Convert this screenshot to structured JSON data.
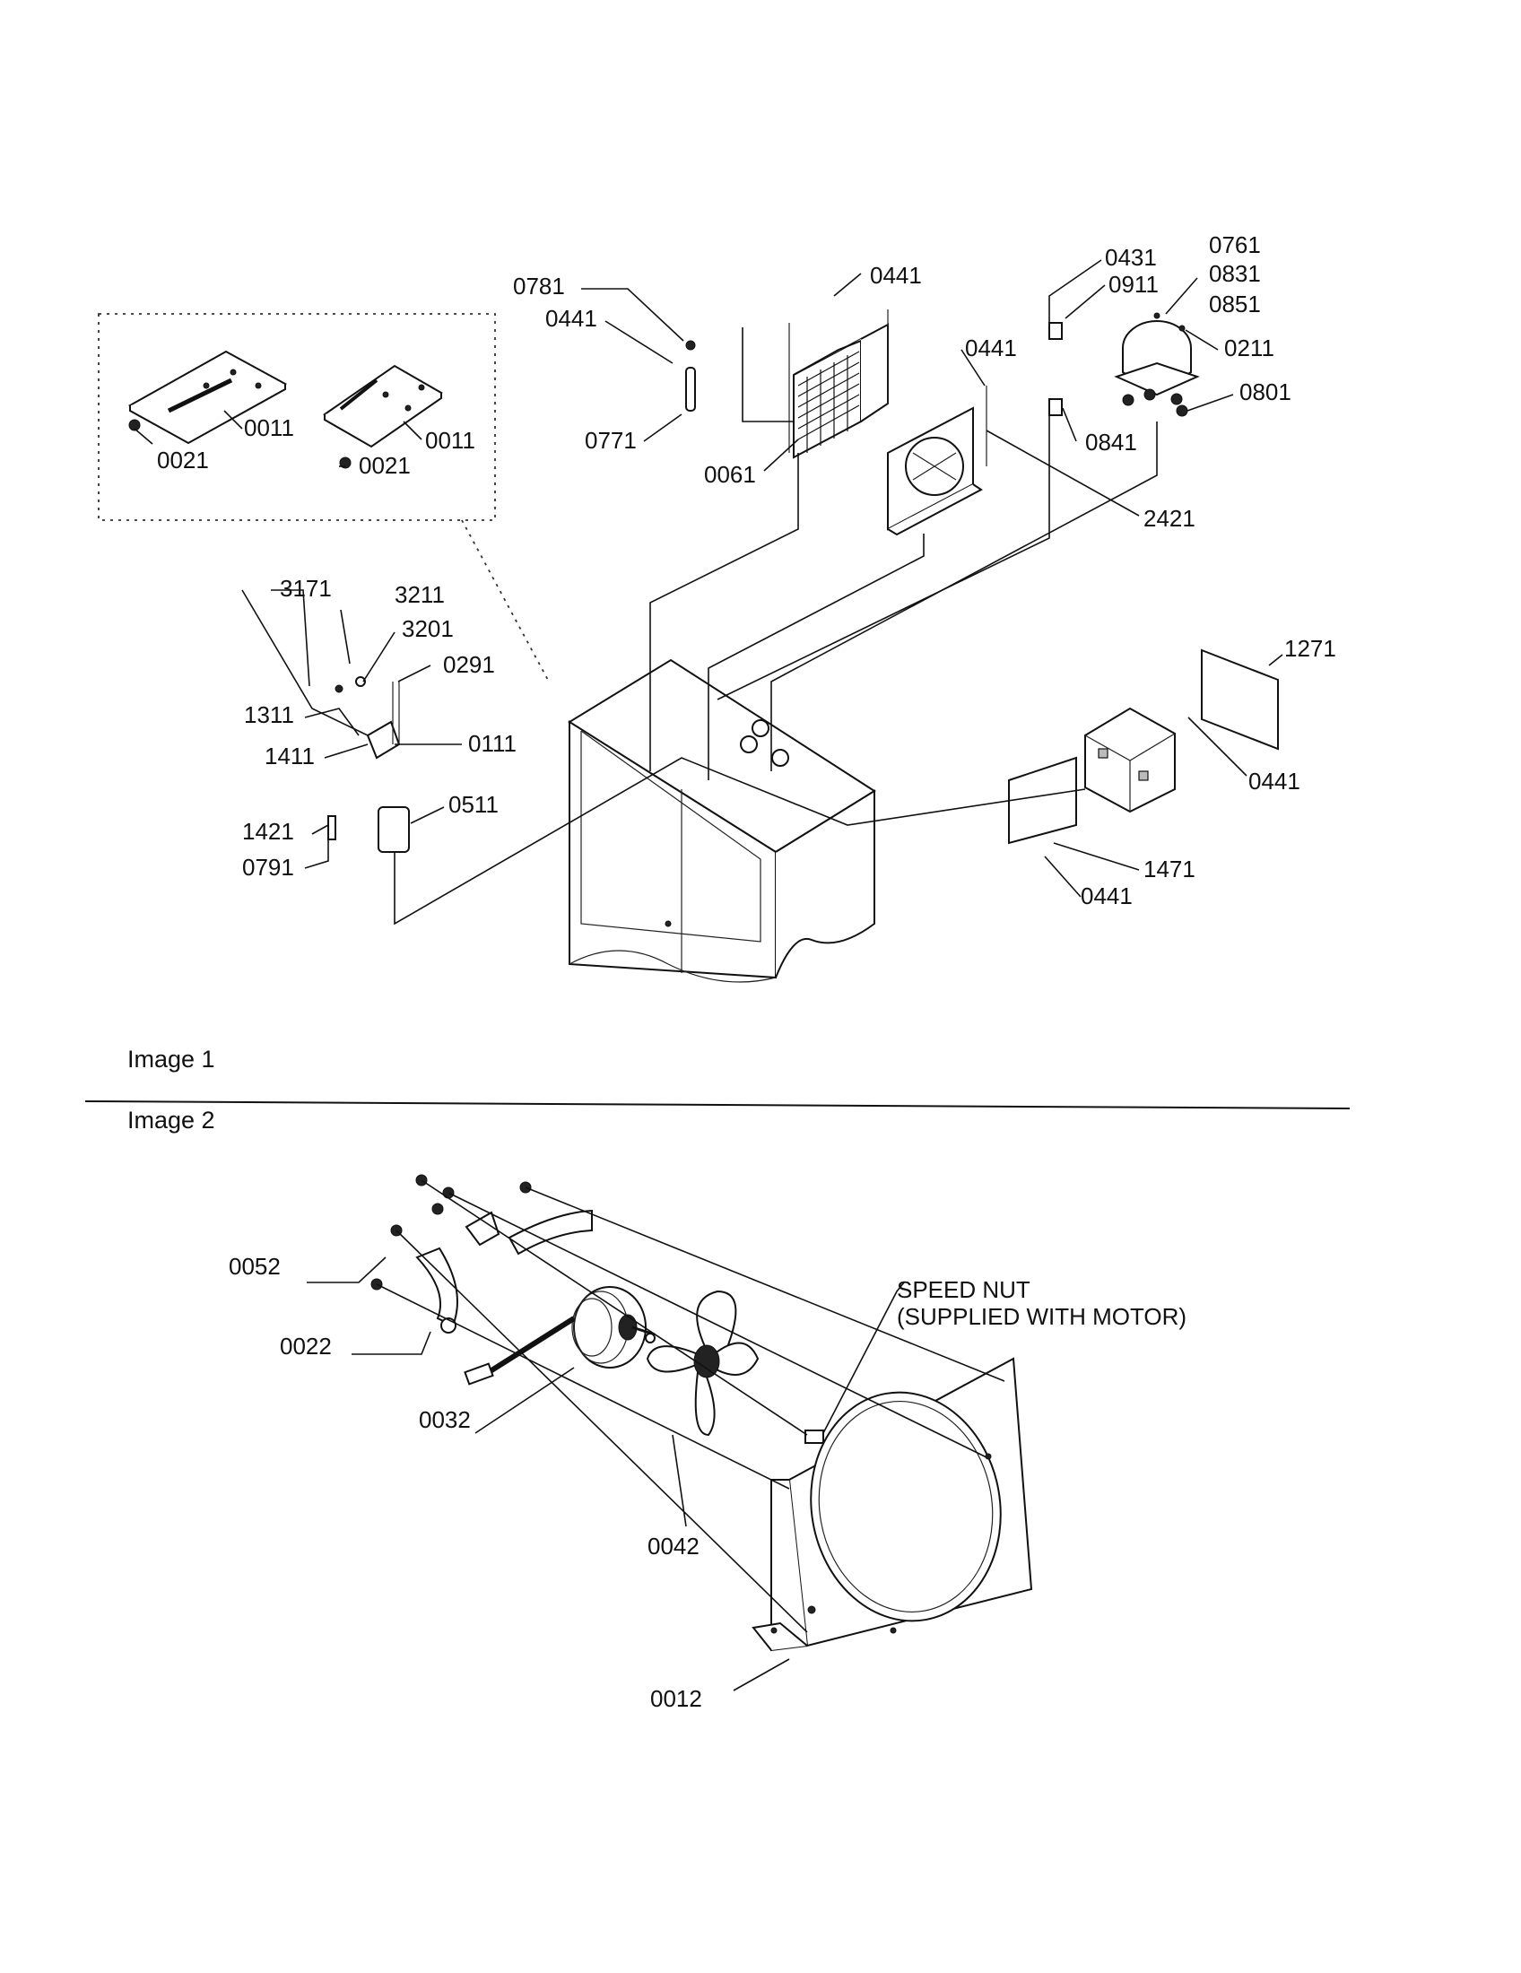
{
  "sections": {
    "image1": "Image 1",
    "image2": "Image 2"
  },
  "labels": {
    "p0781": "0781",
    "p0441_a": "0441",
    "p0771": "0771",
    "p0441_b": "0441",
    "p0061": "0061",
    "p0441_c": "0441",
    "p2421": "2421",
    "p0431": "0431",
    "p0911": "0911",
    "p0841": "0841",
    "p0761": "0761",
    "p0831": "0831",
    "p0851": "0851",
    "p0211": "0211",
    "p0801": "0801",
    "p0011_a": "0011",
    "p0021_a": "0021",
    "p0011_b": "0011",
    "p0021_b": "0021",
    "p3171": "3171",
    "p3211": "3211",
    "p3201": "3201",
    "p0291": "0291",
    "p1311": "1311",
    "p1411": "1411",
    "p0111": "0111",
    "p0511": "0511",
    "p1421": "1421",
    "p0791": "0791",
    "p1271": "1271",
    "p0441_d": "0441",
    "p1471": "1471",
    "p0441_e": "0441",
    "p0052": "0052",
    "p0022": "0022",
    "p0032": "0032",
    "p0042": "0042",
    "p0012": "0012",
    "speed_nut_1": "SPEED NUT",
    "speed_nut_2": "(SUPPLIED WITH MOTOR)"
  }
}
